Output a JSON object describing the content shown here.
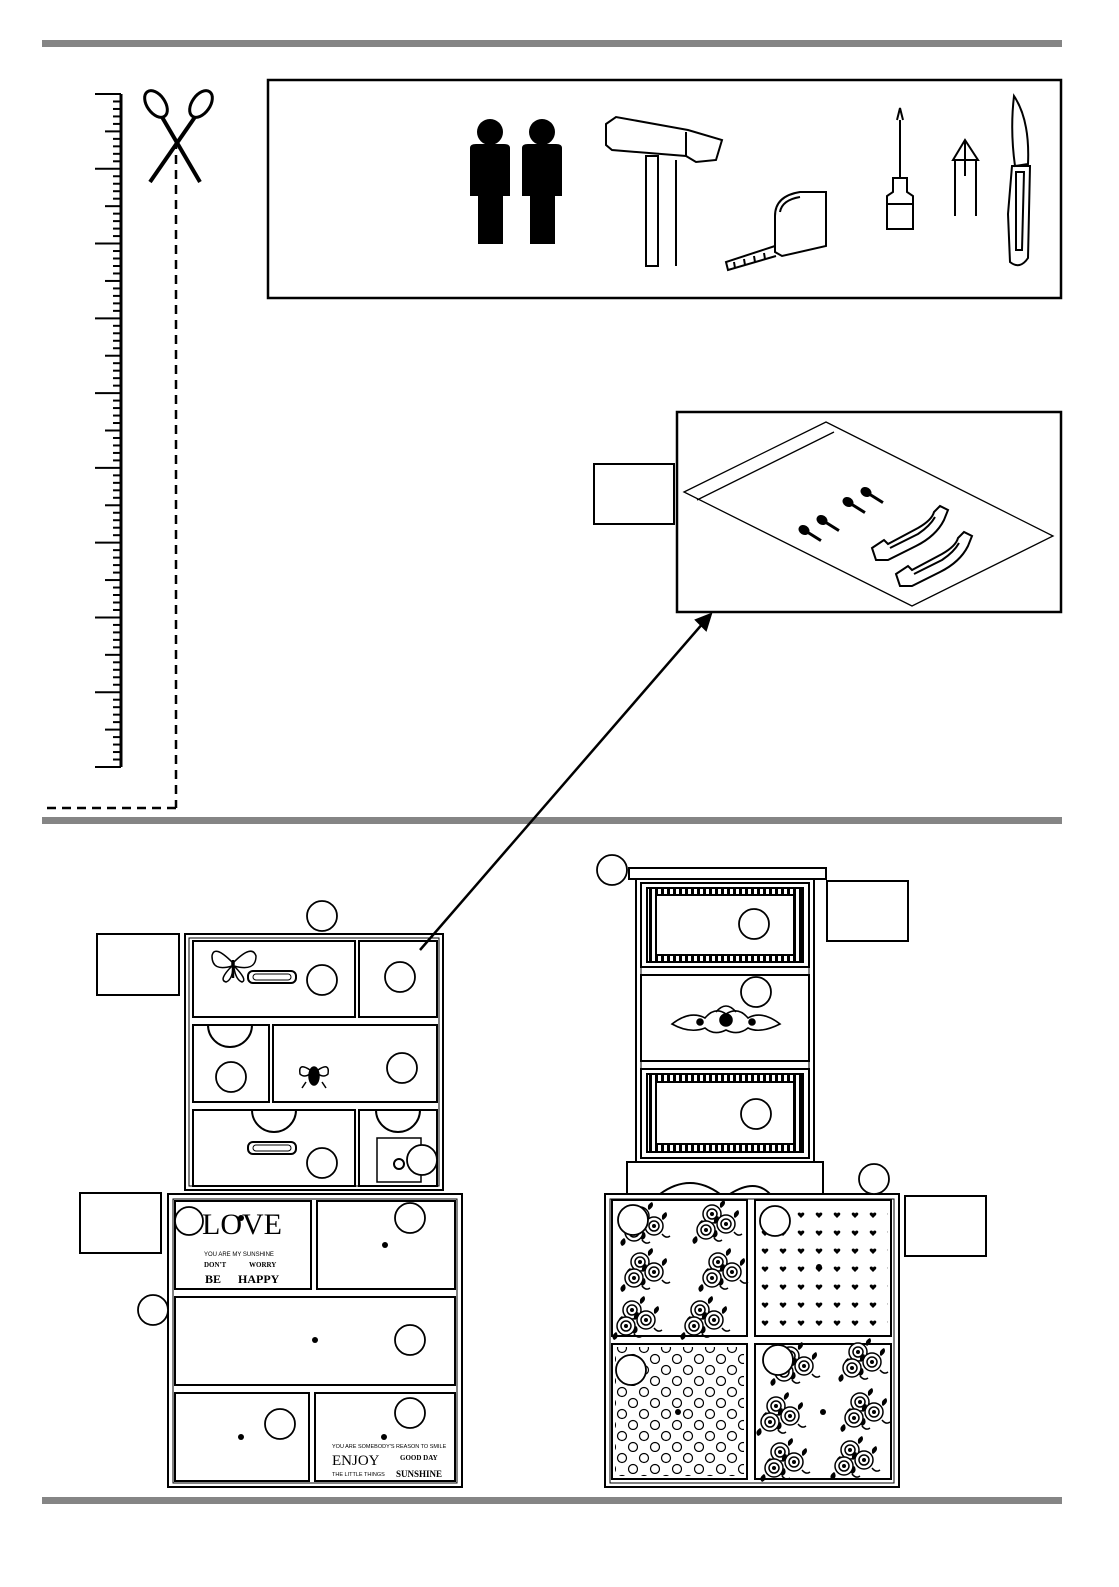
{
  "drawer_texts": {
    "love": "LOVE",
    "love_line1": "YOU ARE MY SUNSHINE",
    "love_line2": "DON'T",
    "love_line3": "WORRY",
    "love_line4": "BE",
    "love_line5": "HAPPY",
    "enjoy_line1": "YOU ARE SOMEBODY'S REASON TO SMILE",
    "enjoy_line2": "ENJOY",
    "enjoy_line3": "GOOD DAY",
    "enjoy_line4": "THE LITTLE THINGS",
    "enjoy_line5": "SUNSHINE"
  },
  "colors": {
    "rule": "#858585",
    "ink": "#000000"
  },
  "icons": [
    "scissors-icon",
    "two-persons-icon",
    "hammer-icon",
    "tape-measure-icon",
    "screwdriver-icon",
    "screwdriver-bit-icon",
    "knife-icon",
    "screws-icon",
    "handles-icon",
    "butterfly-icon",
    "bee-icon",
    "floral-ornament-icon"
  ]
}
